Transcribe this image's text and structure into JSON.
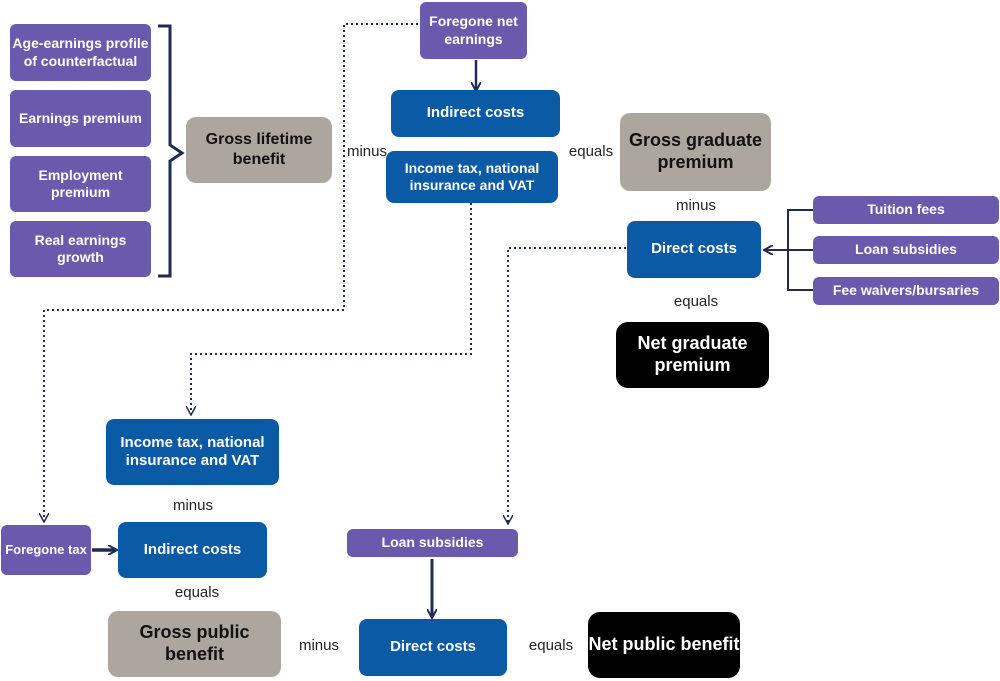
{
  "left_inputs": [
    "Age-earnings profile of counterfactual",
    "Earnings premium",
    "Employment premium",
    "Real earnings growth"
  ],
  "gross_lifetime_benefit": "Gross lifetime benefit",
  "foregone_net_earnings": "Foregone net earnings",
  "indirect_costs": "Indirect costs",
  "income_tax_national_insurance_vat": "Income tax, national insurance and VAT",
  "gross_graduate_premium": "Gross graduate premium",
  "direct_costs": "Direct costs",
  "right_inputs": [
    "Tuition fees",
    "Loan subsidies",
    "Fee waivers/bursaries"
  ],
  "net_graduate_premium": "Net graduate premium",
  "public_income_tax": "Income tax, national insurance and VAT",
  "foregone_tax": "Foregone tax",
  "public_indirect_costs": "Indirect costs",
  "gross_public_benefit": "Gross public benefit",
  "loan_subsidies": "Loan subsidies",
  "public_direct_costs": "Direct costs",
  "net_public_benefit": "Net public benefit",
  "operators": {
    "minus": "minus",
    "equals": "equals"
  },
  "colors": {
    "purple": "#6A5AAE",
    "blue": "#0B5AA6",
    "gray": "#ADA69E",
    "black": "#000000",
    "navy_line": "#1F2A55"
  }
}
